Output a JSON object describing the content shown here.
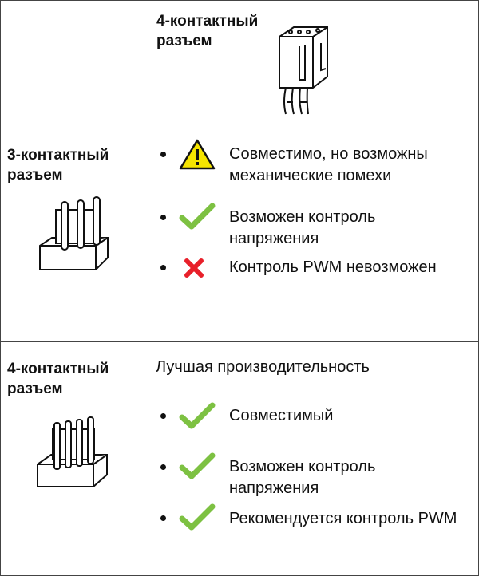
{
  "header": {
    "col_title": "4-контактный разъем"
  },
  "rows": [
    {
      "label": "3-контактный разъем",
      "items": [
        {
          "icon": "warning-icon",
          "text": "Совместимо, но возможны механические помехи"
        },
        {
          "icon": "check-icon",
          "text": "Возможен контроль напряжения"
        },
        {
          "icon": "cross-icon",
          "text": "Контроль PWM невозможен"
        }
      ]
    },
    {
      "label": "4-контактный разъем",
      "summary": "Лучшая производительность",
      "items": [
        {
          "icon": "check-icon",
          "text": "Совместимый"
        },
        {
          "icon": "check-icon",
          "text": "Возможен контроль напряжения"
        },
        {
          "icon": "check-icon",
          "text": "Рекомендуется контроль PWM"
        }
      ]
    }
  ],
  "colors": {
    "check": "#7dc142",
    "cross": "#e8202a",
    "warning": "#f5e400"
  }
}
